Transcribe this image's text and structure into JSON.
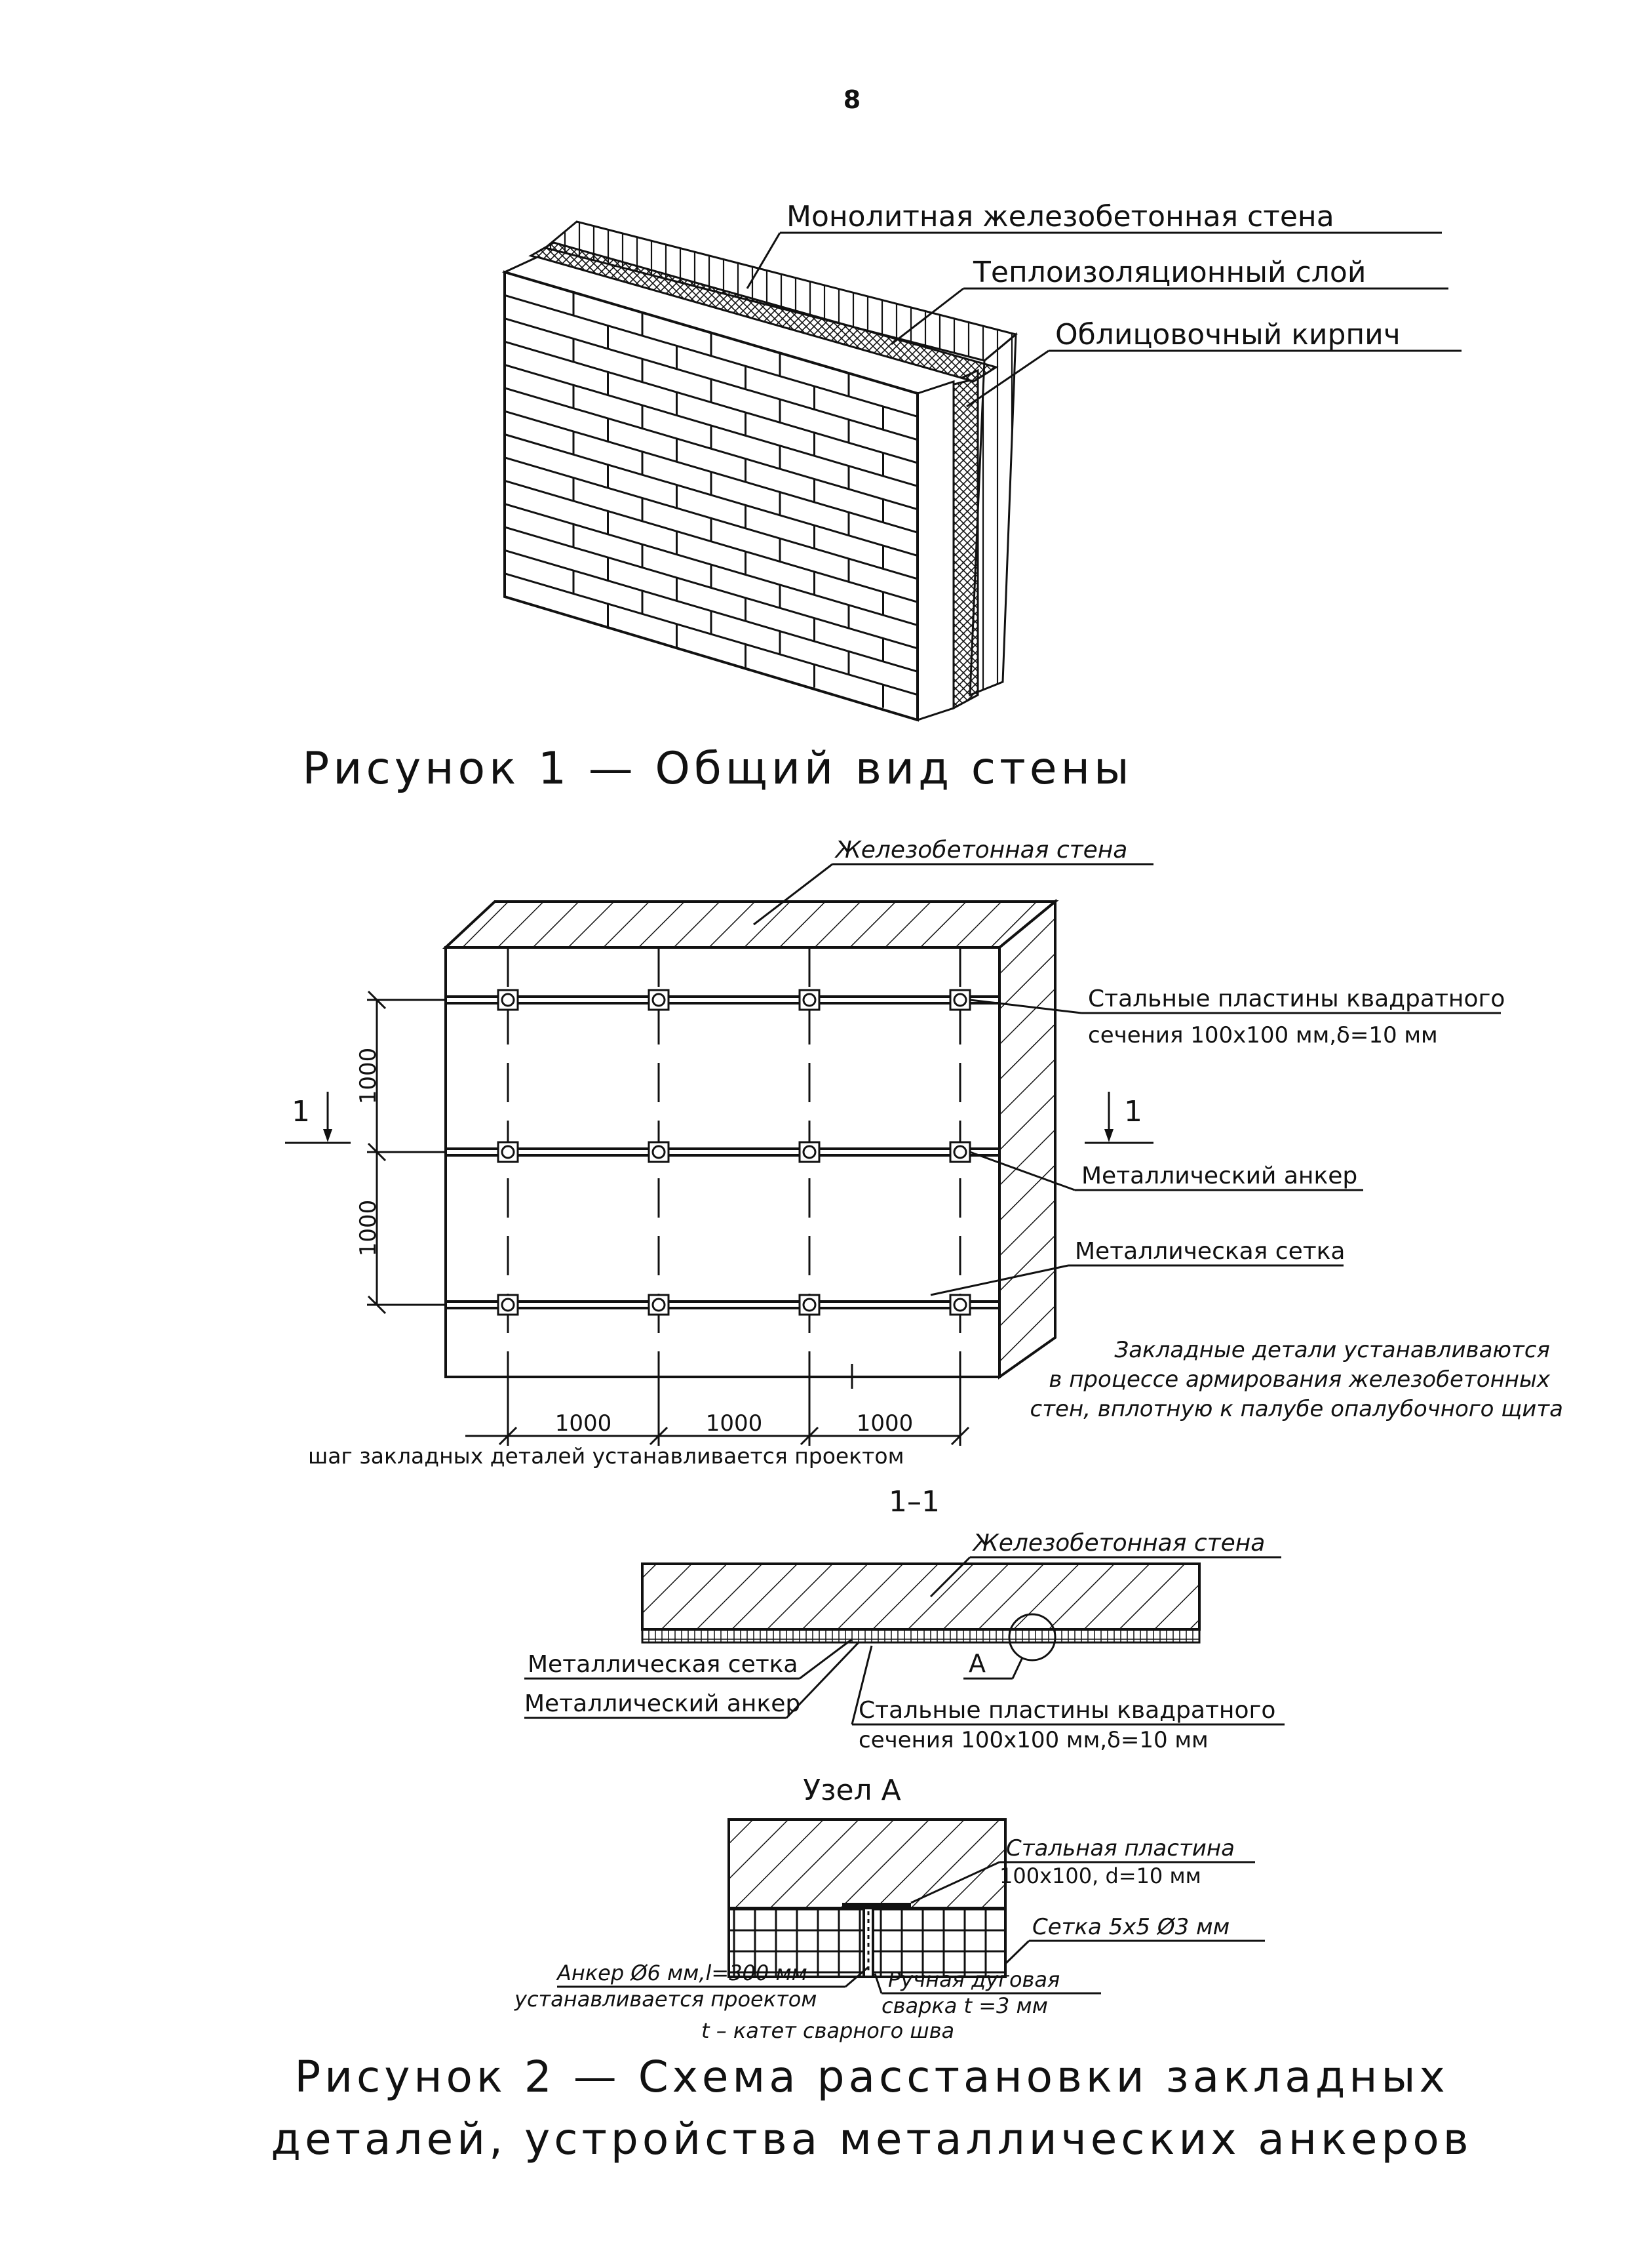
{
  "page_number": "8",
  "figure1": {
    "labels": {
      "wall": "Монолитная железобетонная стена",
      "insulation": "Теплоизоляционный слой",
      "brick": "Облицовочный кирпич"
    },
    "caption": "Рисунок 1 — Общий вид стены"
  },
  "figure2": {
    "labels": {
      "rc_wall": "Железобетонная стена",
      "plates_l1": "Стальные пластины квадратного",
      "plates_l2": "сечения 100x100 мм,δ=10 мм",
      "anchor": "Металлический анкер",
      "mesh": "Металлическая сетка",
      "note_l1": "Закладные детали устанавливаются",
      "note_l2": "в процессе армирования железобетонных",
      "note_l3": "стен, вплотную к палубе опалубочного щита",
      "step_note": "шаг закладных деталей устанавливается проектом",
      "section_mark": "1"
    },
    "dims": {
      "vertical": [
        "1000",
        "1000"
      ],
      "horizontal": [
        "1000",
        "1000",
        "1000"
      ]
    },
    "section": {
      "title": "1–1",
      "rc_wall": "Железобетонная стена",
      "mesh": "Металлическая сетка",
      "anchor": "Металлический анкер",
      "plates_l1": "Стальные пластины квадратного",
      "plates_l2": "сечения 100x100 мм,δ=10 мм",
      "node_ref": "А"
    },
    "node": {
      "title": "Узел А",
      "plate_l1": "Стальная пластина",
      "plate_l2": "100x100, d=10 мм",
      "mesh": "Сетка 5x5 Ø3 мм",
      "anchor_l1": "Анкер Ø6 мм,l=300 мм",
      "anchor_l2": "устанавливается проектом",
      "weld_l1": "Ручная дуговая",
      "weld_l2": "сварка t =3 мм",
      "weld_note": "t – катет сварного шва"
    },
    "caption_l1": "Рисунок 2 — Схема расстановки закладных",
    "caption_l2": "деталей, устройства металлических анкеров"
  }
}
